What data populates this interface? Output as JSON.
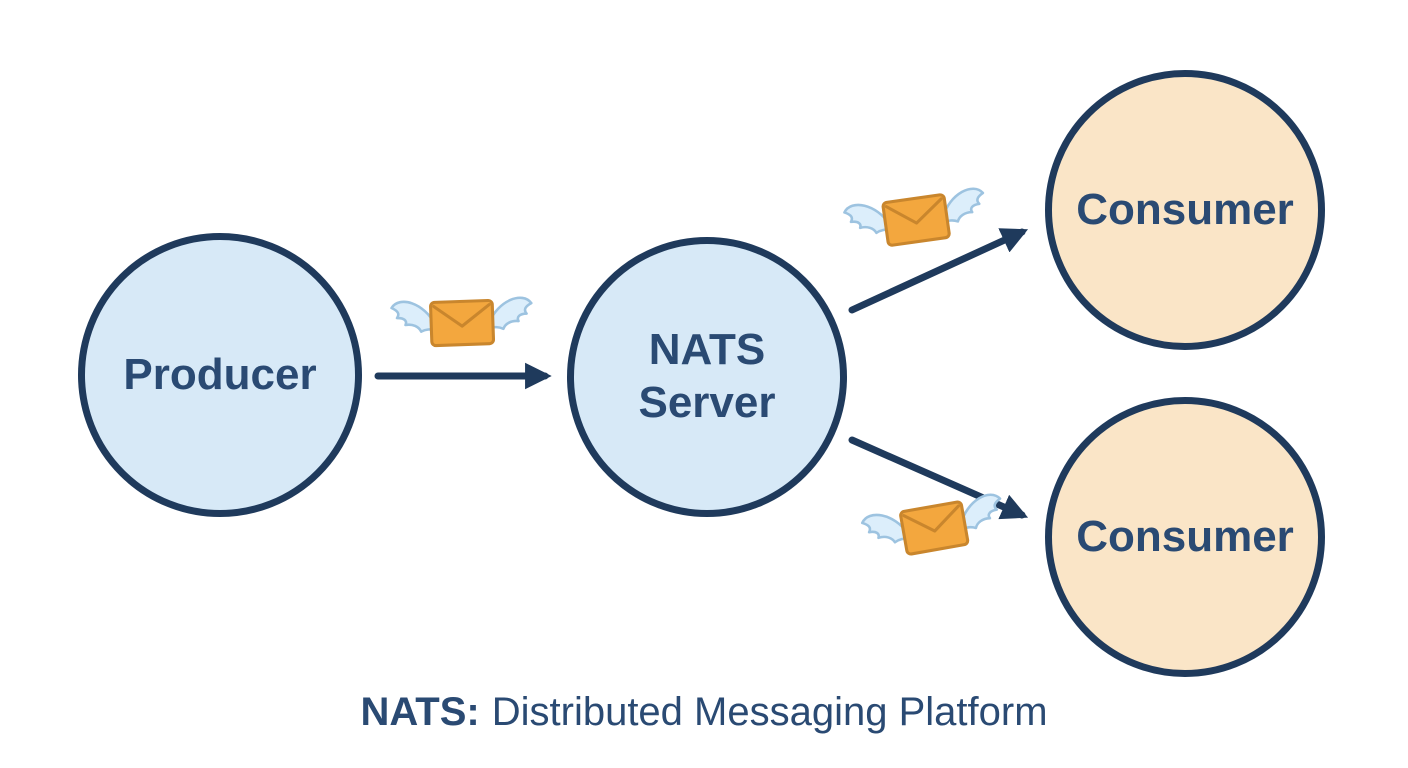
{
  "colors": {
    "background": "#ffffff",
    "border": "#1f3a5c",
    "text": "#2a4a73",
    "node_blue_fill": "#d7e9f7",
    "node_orange_fill": "#fae5c7",
    "envelope_fill": "#f3a73e",
    "envelope_outline": "#c9862d",
    "wing_fill": "#dceefb",
    "wing_outline": "#9dc3e0"
  },
  "nodes": {
    "producer": {
      "label": "Producer"
    },
    "server": {
      "label_line1": "NATS",
      "label_line2": "Server"
    },
    "consumer_top": {
      "label": "Consumer"
    },
    "consumer_bottom": {
      "label": "Consumer"
    }
  },
  "edges": [
    {
      "from": "producer",
      "to": "server"
    },
    {
      "from": "server",
      "to": "consumer_top"
    },
    {
      "from": "server",
      "to": "consumer_bottom"
    }
  ],
  "icons": {
    "message": "winged-envelope"
  },
  "caption": {
    "bold": "NATS:",
    "text": "Distributed Messaging Platform"
  }
}
